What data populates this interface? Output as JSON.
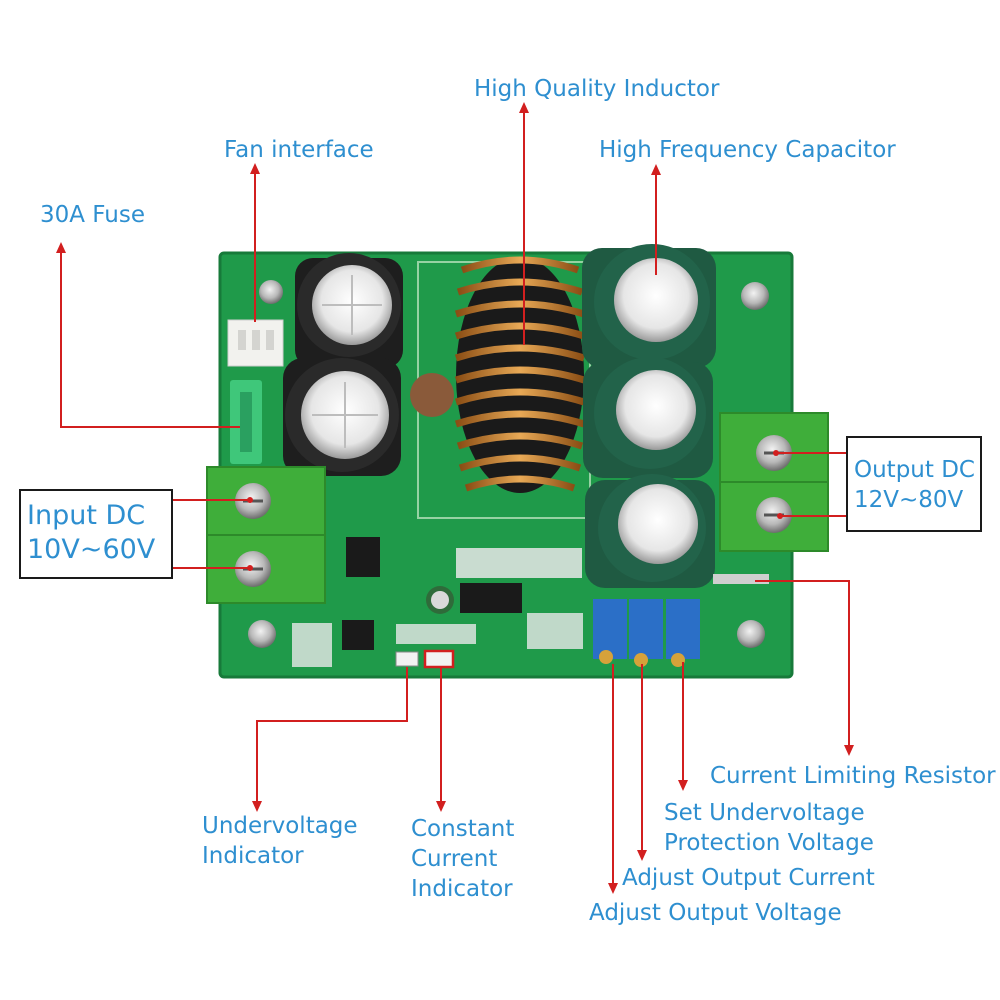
{
  "colors": {
    "label": "#2e8fd0",
    "callout": "#d21f1f",
    "pcb": "#1f9a4a",
    "terminal": "#3fae3a",
    "copper": "#c98a3a"
  },
  "callouts": {
    "inductor": "High Quality Inductor",
    "fan": "Fan interface",
    "capacitor": "High Frequency Capacitor",
    "fuse": "30A Fuse",
    "input": {
      "line1": "Input DC",
      "line2": "10V~60V"
    },
    "output": {
      "line1": "Output DC",
      "line2": "12V~80V"
    },
    "current_limiting": "Current Limiting Resistor",
    "undervoltage_set": {
      "line1": "Set Undervoltage",
      "line2": "Protection Voltage"
    },
    "undervoltage_indicator": {
      "line1": "Undervoltage",
      "line2": "Indicator"
    },
    "constant_current": {
      "line1": "Constant",
      "line2": "Current",
      "line3": "Indicator"
    },
    "adjust_current": "Adjust Output Current",
    "adjust_voltage": "Adjust Output Voltage"
  }
}
